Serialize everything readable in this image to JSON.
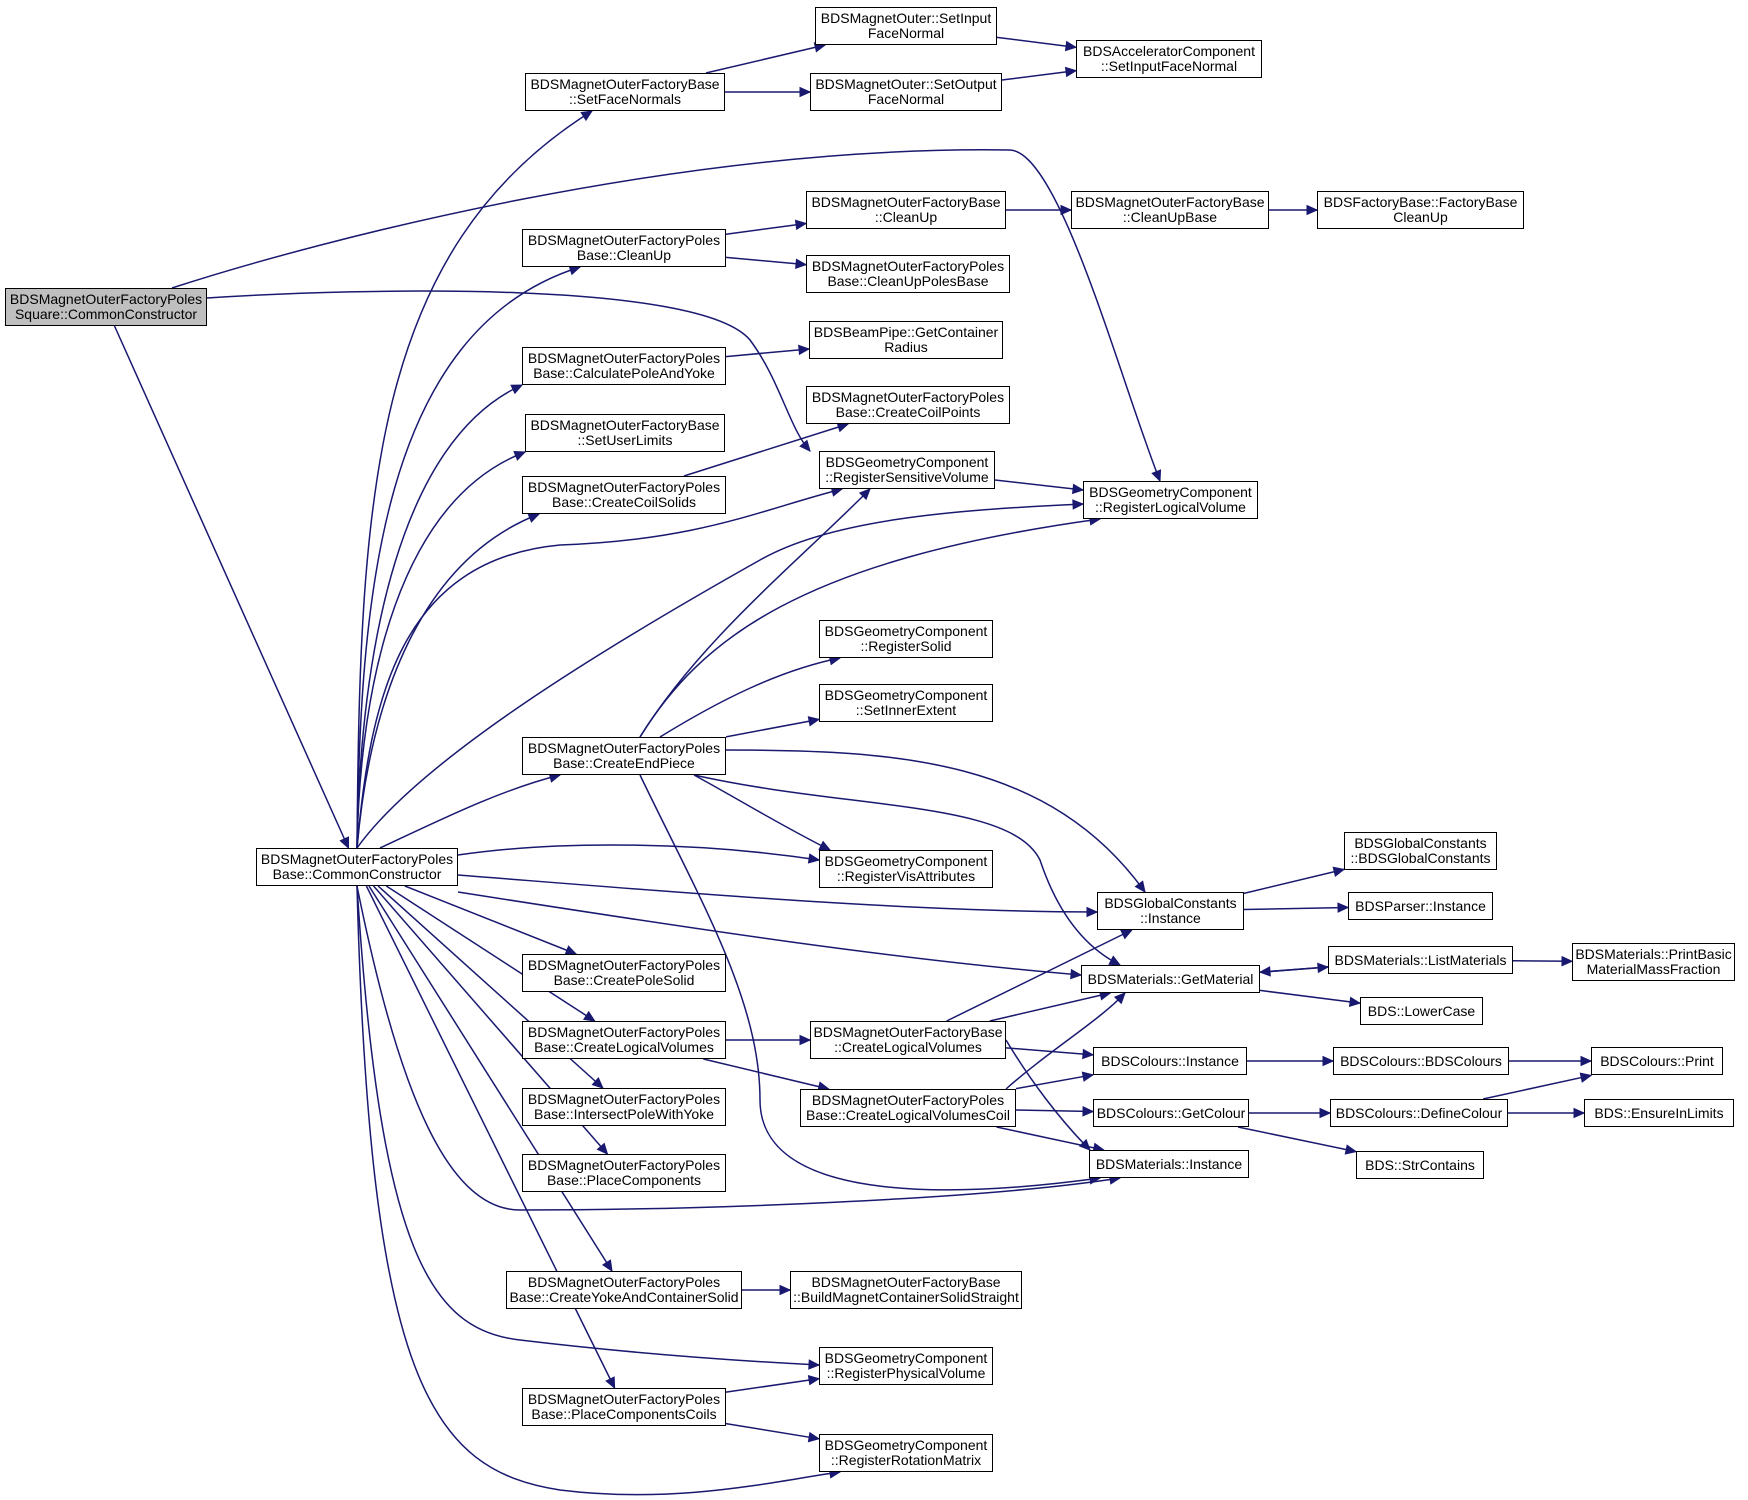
{
  "graph": {
    "edge_color": "#191970",
    "root_fill": "#bfbfbf",
    "nodes": {
      "cc_sq": {
        "lines": [
          "BDSMagnetOuterFactoryPoles",
          "Square::CommonConstructor"
        ],
        "root": true
      },
      "cc_base": {
        "lines": [
          "BDSMagnetOuterFactoryPoles",
          "Base::CommonConstructor"
        ]
      },
      "set_face_normals": {
        "lines": [
          "BDSMagnetOuterFactoryBase",
          "::SetFaceNormals"
        ]
      },
      "set_input_face": {
        "lines": [
          "BDSMagnetOuter::SetInput",
          "FaceNormal"
        ]
      },
      "set_output_face": {
        "lines": [
          "BDSMagnetOuter::SetOutput",
          "FaceNormal"
        ]
      },
      "acc_set_input": {
        "lines": [
          "BDSAcceleratorComponent",
          "::SetInputFaceNormal"
        ]
      },
      "clean_up_poles": {
        "lines": [
          "BDSMagnetOuterFactoryPoles",
          "Base::CleanUp"
        ]
      },
      "clean_up_base": {
        "lines": [
          "BDSMagnetOuterFactoryBase",
          "::CleanUp"
        ]
      },
      "clean_up_base_fn": {
        "lines": [
          "BDSMagnetOuterFactoryBase",
          "::CleanUpBase"
        ]
      },
      "factory_cleanup": {
        "lines": [
          "BDSFactoryBase::FactoryBase",
          "CleanUp"
        ]
      },
      "clean_up_poles_base": {
        "lines": [
          "BDSMagnetOuterFactoryPoles",
          "Base::CleanUpPolesBase"
        ]
      },
      "calc_pole_yoke": {
        "lines": [
          "BDSMagnetOuterFactoryPoles",
          "Base::CalculatePoleAndYoke"
        ]
      },
      "beampipe_radius": {
        "lines": [
          "BDSBeamPipe::GetContainer",
          "Radius"
        ]
      },
      "set_user_limits": {
        "lines": [
          "BDSMagnetOuterFactoryBase",
          "::SetUserLimits"
        ]
      },
      "create_coil_points": {
        "lines": [
          "BDSMagnetOuterFactoryPoles",
          "Base::CreateCoilPoints"
        ]
      },
      "create_coil_solids": {
        "lines": [
          "BDSMagnetOuterFactoryPoles",
          "Base::CreateCoilSolids"
        ]
      },
      "reg_sensitive": {
        "lines": [
          "BDSGeometryComponent",
          "::RegisterSensitiveVolume"
        ]
      },
      "reg_logical": {
        "lines": [
          "BDSGeometryComponent",
          "::RegisterLogicalVolume"
        ]
      },
      "reg_solid": {
        "lines": [
          "BDSGeometryComponent",
          "::RegisterSolid"
        ]
      },
      "set_inner_extent": {
        "lines": [
          "BDSGeometryComponent",
          "::SetInnerExtent"
        ]
      },
      "create_end_piece": {
        "lines": [
          "BDSMagnetOuterFactoryPoles",
          "Base::CreateEndPiece"
        ]
      },
      "reg_vis_attr": {
        "lines": [
          "BDSGeometryComponent",
          "::RegisterVisAttributes"
        ]
      },
      "global_const_inst": {
        "lines": [
          "BDSGlobalConstants",
          "::Instance"
        ]
      },
      "global_const_ctor": {
        "lines": [
          "BDSGlobalConstants",
          "::BDSGlobalConstants"
        ]
      },
      "parser_instance": {
        "lines": [
          "BDSParser::Instance"
        ]
      },
      "materials_get": {
        "lines": [
          "BDSMaterials::GetMaterial"
        ]
      },
      "materials_list": {
        "lines": [
          "BDSMaterials::ListMaterials"
        ]
      },
      "materials_print": {
        "lines": [
          "BDSMaterials::PrintBasic",
          "MaterialMassFraction"
        ]
      },
      "lower_case": {
        "lines": [
          "BDS::LowerCase"
        ]
      },
      "create_pole_solid": {
        "lines": [
          "BDSMagnetOuterFactoryPoles",
          "Base::CreatePoleSolid"
        ]
      },
      "create_lv_poles": {
        "lines": [
          "BDSMagnetOuterFactoryPoles",
          "Base::CreateLogicalVolumes"
        ]
      },
      "create_lv_base": {
        "lines": [
          "BDSMagnetOuterFactoryBase",
          "::CreateLogicalVolumes"
        ]
      },
      "create_lv_coil": {
        "lines": [
          "BDSMagnetOuterFactoryPoles",
          "Base::CreateLogicalVolumesCoil"
        ]
      },
      "colours_instance": {
        "lines": [
          "BDSColours::Instance"
        ]
      },
      "colours_ctor": {
        "lines": [
          "BDSColours::BDSColours"
        ]
      },
      "colours_print": {
        "lines": [
          "BDSColours::Print"
        ]
      },
      "colours_get": {
        "lines": [
          "BDSColours::GetColour"
        ]
      },
      "colours_define": {
        "lines": [
          "BDSColours::DefineColour"
        ]
      },
      "ensure_in_limits": {
        "lines": [
          "BDS::EnsureInLimits"
        ]
      },
      "str_contains": {
        "lines": [
          "BDS::StrContains"
        ]
      },
      "materials_instance": {
        "lines": [
          "BDSMaterials::Instance"
        ]
      },
      "intersect_pole_yoke": {
        "lines": [
          "BDSMagnetOuterFactoryPoles",
          "Base::IntersectPoleWithYoke"
        ]
      },
      "place_components": {
        "lines": [
          "BDSMagnetOuterFactoryPoles",
          "Base::PlaceComponents"
        ]
      },
      "create_yoke_container": {
        "lines": [
          "BDSMagnetOuterFactoryPoles",
          "Base::CreateYokeAndContainerSolid"
        ]
      },
      "build_container_straight": {
        "lines": [
          "BDSMagnetOuterFactoryBase",
          "::BuildMagnetContainerSolidStraight"
        ]
      },
      "reg_physical": {
        "lines": [
          "BDSGeometryComponent",
          "::RegisterPhysicalVolume"
        ]
      },
      "place_components_coils": {
        "lines": [
          "BDSMagnetOuterFactoryPoles",
          "Base::PlaceComponentsCoils"
        ]
      },
      "reg_rotation": {
        "lines": [
          "BDSGeometryComponent",
          "::RegisterRotationMatrix"
        ]
      }
    },
    "edges": [
      [
        "cc_sq",
        "cc_base"
      ],
      [
        "cc_sq",
        "reg_logical"
      ],
      [
        "cc_sq",
        "reg_sensitive"
      ],
      [
        "cc_base",
        "set_face_normals"
      ],
      [
        "cc_base",
        "clean_up_poles"
      ],
      [
        "cc_base",
        "calc_pole_yoke"
      ],
      [
        "cc_base",
        "set_user_limits"
      ],
      [
        "cc_base",
        "create_coil_solids"
      ],
      [
        "cc_base",
        "reg_sensitive"
      ],
      [
        "cc_base",
        "reg_logical"
      ],
      [
        "cc_base",
        "create_end_piece"
      ],
      [
        "cc_base",
        "reg_vis_attr"
      ],
      [
        "cc_base",
        "global_const_inst"
      ],
      [
        "cc_base",
        "materials_get"
      ],
      [
        "cc_base",
        "create_pole_solid"
      ],
      [
        "cc_base",
        "create_lv_poles"
      ],
      [
        "cc_base",
        "intersect_pole_yoke"
      ],
      [
        "cc_base",
        "place_components"
      ],
      [
        "cc_base",
        "materials_instance"
      ],
      [
        "cc_base",
        "create_yoke_container"
      ],
      [
        "cc_base",
        "reg_physical"
      ],
      [
        "cc_base",
        "place_components_coils"
      ],
      [
        "cc_base",
        "reg_rotation"
      ],
      [
        "set_face_normals",
        "set_input_face"
      ],
      [
        "set_face_normals",
        "set_output_face"
      ],
      [
        "set_input_face",
        "acc_set_input"
      ],
      [
        "set_output_face",
        "acc_set_input"
      ],
      [
        "clean_up_poles",
        "clean_up_base"
      ],
      [
        "clean_up_poles",
        "clean_up_poles_base"
      ],
      [
        "clean_up_base",
        "clean_up_base_fn"
      ],
      [
        "clean_up_base_fn",
        "factory_cleanup"
      ],
      [
        "calc_pole_yoke",
        "beampipe_radius"
      ],
      [
        "create_coil_solids",
        "create_coil_points"
      ],
      [
        "reg_sensitive",
        "reg_logical"
      ],
      [
        "create_end_piece",
        "reg_sensitive"
      ],
      [
        "create_end_piece",
        "reg_logical"
      ],
      [
        "create_end_piece",
        "reg_solid"
      ],
      [
        "create_end_piece",
        "set_inner_extent"
      ],
      [
        "create_end_piece",
        "reg_vis_attr"
      ],
      [
        "create_end_piece",
        "global_const_inst"
      ],
      [
        "create_end_piece",
        "materials_get"
      ],
      [
        "create_end_piece",
        "materials_instance"
      ],
      [
        "global_const_inst",
        "global_const_ctor"
      ],
      [
        "global_const_inst",
        "parser_instance"
      ],
      [
        "materials_get",
        "materials_list"
      ],
      [
        "materials_get",
        "lower_case"
      ],
      [
        "materials_list",
        "materials_get"
      ],
      [
        "materials_list",
        "materials_print"
      ],
      [
        "create_lv_poles",
        "create_lv_base"
      ],
      [
        "create_lv_poles",
        "create_lv_coil"
      ],
      [
        "create_lv_base",
        "global_const_inst"
      ],
      [
        "create_lv_base",
        "materials_get"
      ],
      [
        "create_lv_base",
        "colours_instance"
      ],
      [
        "create_lv_base",
        "materials_instance"
      ],
      [
        "create_lv_coil",
        "materials_get"
      ],
      [
        "create_lv_coil",
        "colours_instance"
      ],
      [
        "create_lv_coil",
        "colours_get"
      ],
      [
        "create_lv_coil",
        "materials_instance"
      ],
      [
        "colours_instance",
        "colours_ctor"
      ],
      [
        "colours_ctor",
        "colours_print"
      ],
      [
        "colours_get",
        "colours_define"
      ],
      [
        "colours_get",
        "str_contains"
      ],
      [
        "colours_define",
        "colours_print"
      ],
      [
        "colours_define",
        "ensure_in_limits"
      ],
      [
        "create_yoke_container",
        "build_container_straight"
      ],
      [
        "place_components_coils",
        "reg_physical"
      ],
      [
        "place_components_coils",
        "reg_rotation"
      ]
    ]
  }
}
